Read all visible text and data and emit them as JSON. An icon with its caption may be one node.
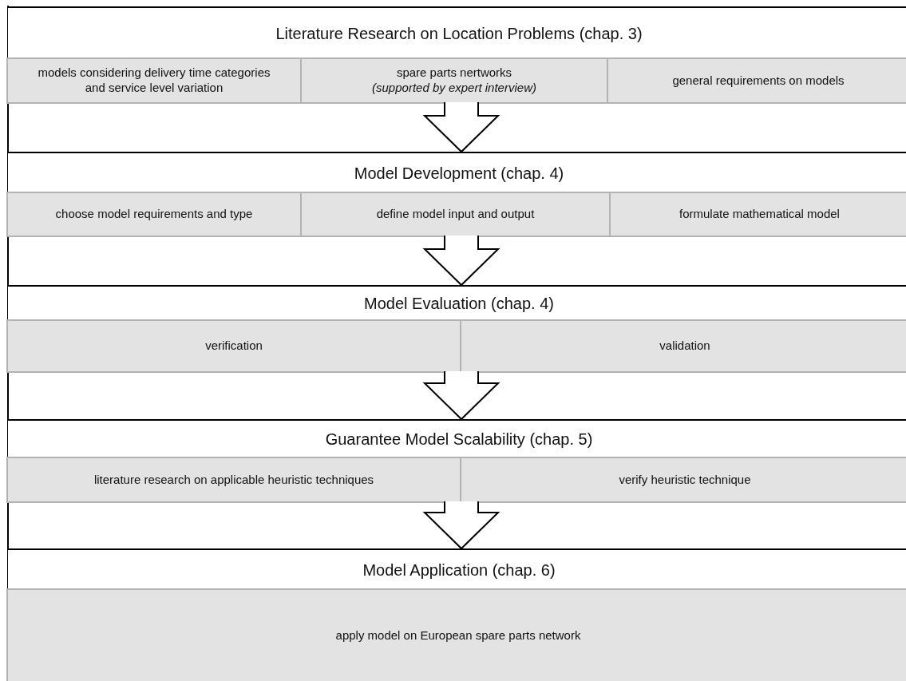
{
  "diagram": {
    "nodes": [
      {
        "text": [
          "Literature Research on Location Problems (chap. 3)"
        ]
      },
      {
        "text": [
          "models considering delivery time categories and service level variation"
        ],
        "in": 0
      },
      {
        "text": [
          "spare parts nertworks",
          "(supported by expert interview)"
        ],
        "in": 0
      },
      {
        "text": [
          "general requirements on models"
        ],
        "in": 0
      },
      {
        "text": [
          "Model Development (chap. 4)"
        ]
      },
      {
        "text": [
          "choose model requirements and type"
        ],
        "in": 4
      },
      {
        "text": [
          "define model input and output"
        ],
        "in": 4
      },
      {
        "text": [
          "formulate mathematical model"
        ],
        "in": 4
      },
      {
        "text": [
          "Model Evaluation (chap. 4)"
        ]
      },
      {
        "text": [
          "verification"
        ],
        "in": 8
      },
      {
        "text": [
          "validation"
        ],
        "in": 8
      },
      {
        "text": [
          "Guarantee Model Scalability (chap. 5)"
        ]
      },
      {
        "text": [
          "literature research on applicable heuristic techniques"
        ],
        "in": 11
      },
      {
        "text": [
          "verify heuristic technique"
        ],
        "in": 11
      },
      {
        "text": [
          "Model Application (chap. 6)"
        ]
      },
      {
        "text": [
          "apply model on European spare parts network"
        ],
        "in": 14
      }
    ],
    "edges": [
      {
        "from": 0,
        "to": 4,
        "arrow": "to"
      },
      {
        "from": 4,
        "to": 8,
        "arrow": "to"
      },
      {
        "from": 8,
        "to": 11,
        "arrow": "to"
      },
      {
        "from": 11,
        "to": 14,
        "arrow": "to"
      }
    ]
  }
}
